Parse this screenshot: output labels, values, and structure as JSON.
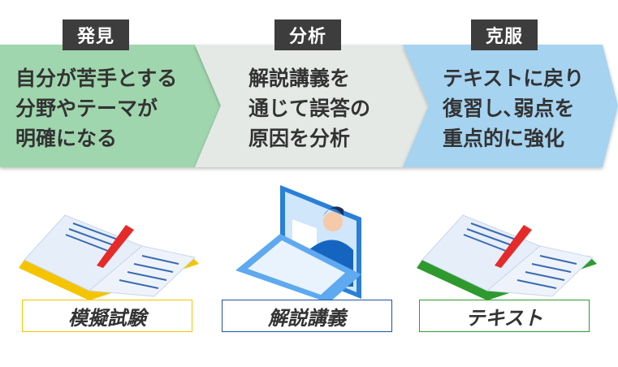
{
  "steps": [
    {
      "tag": "発見",
      "lines": [
        "自分が苦手とする",
        "分野やテーマが",
        "明確になる"
      ],
      "color": "#a0d6ae"
    },
    {
      "tag": "分析",
      "lines": [
        "解説講義を",
        "通じて誤答の",
        "原因を分析"
      ],
      "color": "#e4e9e6"
    },
    {
      "tag": "克服",
      "lines": [
        "テキストに戻り",
        "復習し､弱点を",
        "重点的に強化"
      ],
      "color": "#a5d3f0"
    }
  ],
  "resources": [
    {
      "label": "模擬試験",
      "icon": "open-book-yellow-icon",
      "color": "#f5c400"
    },
    {
      "label": "解説講義",
      "icon": "laptop-lecturer-icon",
      "color": "#1e50a0"
    },
    {
      "label": "テキスト",
      "icon": "open-book-green-icon",
      "color": "#2e9a2e"
    }
  ]
}
